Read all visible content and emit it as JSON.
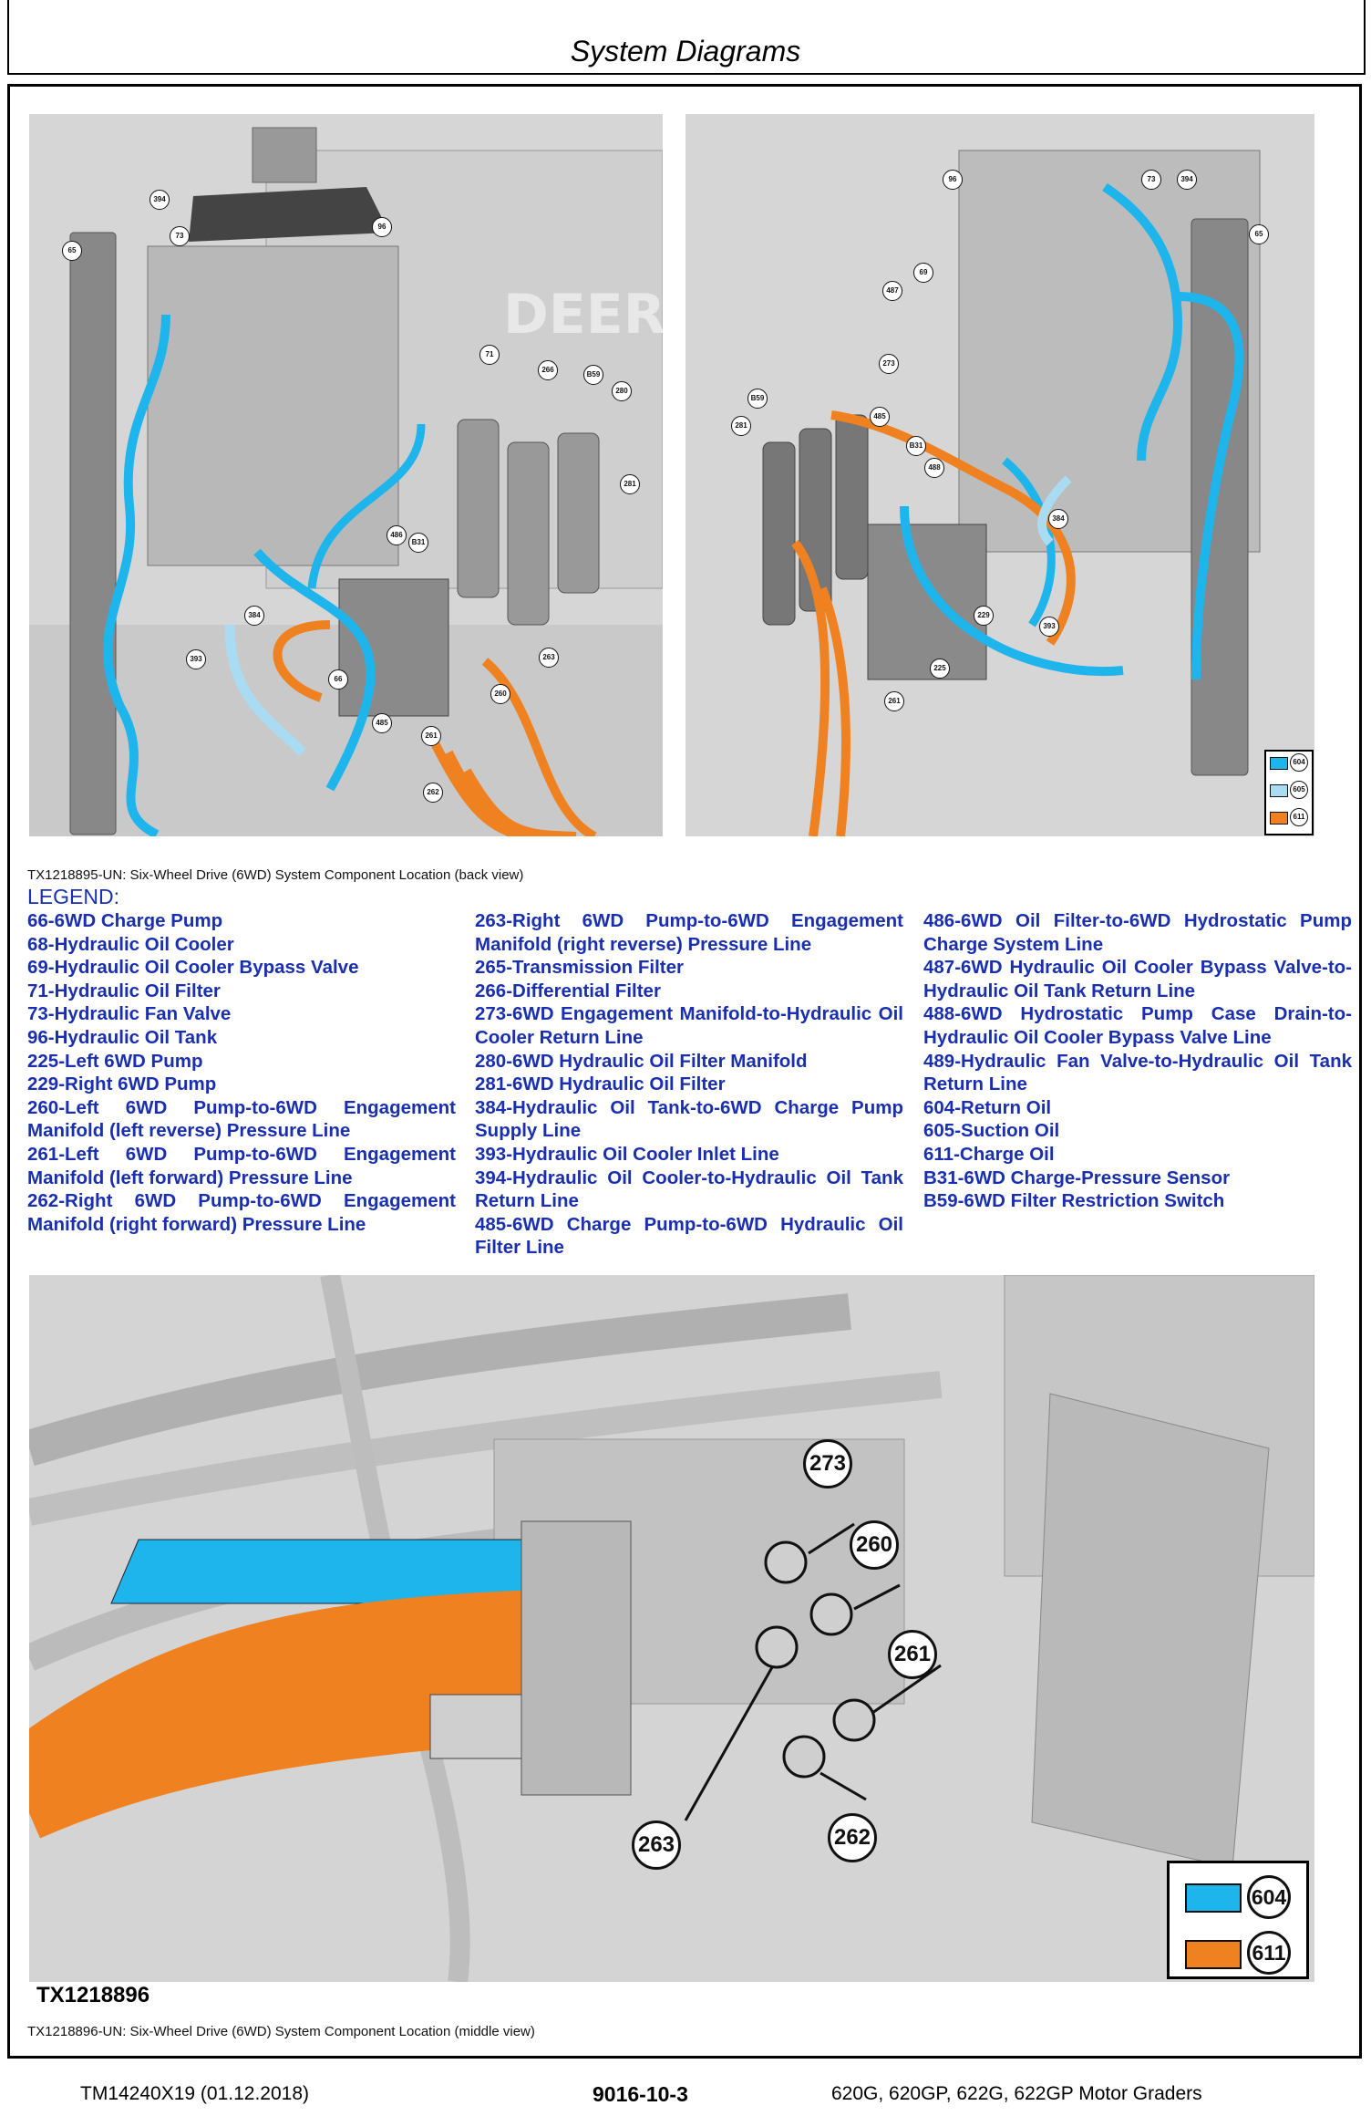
{
  "header": {
    "title": "System Diagrams"
  },
  "figure1": {
    "id": "TX1218895",
    "caption": "TX1218895-UN: Six-Wheel Drive (6WD) System Component Location (back view)",
    "left_callouts": [
      "394",
      "73",
      "65",
      "96",
      "71",
      "266",
      "B59",
      "280",
      "281",
      "486",
      "B31",
      "384",
      "393",
      "66",
      "260",
      "263",
      "485",
      "261",
      "262"
    ],
    "right_callouts": [
      "96",
      "73",
      "394",
      "65",
      "487",
      "69",
      "273",
      "B59",
      "281",
      "485",
      "B31",
      "488",
      "384",
      "229",
      "393",
      "225",
      "261"
    ],
    "key": [
      "604",
      "605",
      "611"
    ],
    "brand_text": "DEERE"
  },
  "legend": {
    "title": "LEGEND:",
    "col1": [
      "66-6WD Charge Pump",
      "68-Hydraulic Oil Cooler",
      "69-Hydraulic Oil Cooler Bypass Valve",
      "71-Hydraulic Oil Filter",
      "73-Hydraulic Fan Valve",
      "96-Hydraulic Oil Tank",
      "225-Left 6WD Pump",
      "229-Right 6WD Pump",
      "260-Left 6WD Pump-to-6WD Engagement Manifold (left reverse) Pressure Line",
      "261-Left 6WD Pump-to-6WD Engagement Manifold (left forward) Pressure Line",
      "262-Right 6WD Pump-to-6WD Engagement Manifold (right forward) Pressure Line"
    ],
    "col2": [
      "263-Right 6WD Pump-to-6WD Engagement Manifold (right reverse) Pressure Line",
      "265-Transmission Filter",
      "266-Differential Filter",
      "273-6WD Engagement Manifold-to-Hydraulic Oil Cooler Return Line",
      "280-6WD Hydraulic Oil Filter Manifold",
      "281-6WD Hydraulic Oil Filter",
      "384-Hydraulic Oil Tank-to-6WD Charge Pump Supply Line",
      "393-Hydraulic Oil Cooler Inlet Line",
      "394-Hydraulic Oil Cooler-to-Hydraulic Oil Tank Return Line",
      "485-6WD Charge Pump-to-6WD Hydraulic Oil Filter Line"
    ],
    "col3": [
      "486-6WD Oil Filter-to-6WD Hydrostatic Pump Charge System Line",
      "487-6WD Hydraulic Oil Cooler Bypass Valve-to-Hydraulic Oil Tank Return Line",
      "488-6WD Hydrostatic Pump Case Drain-to-Hydraulic Oil Cooler Bypass Valve Line",
      "489-Hydraulic Fan Valve-to-Hydraulic Oil Tank Return Line",
      "604-Return Oil",
      "605-Suction Oil",
      "611-Charge Oil",
      "B31-6WD Charge-Pressure Sensor",
      "B59-6WD Filter Restriction Switch"
    ]
  },
  "figure2": {
    "id": "TX1218896",
    "caption": "TX1218896-UN: Six-Wheel Drive (6WD) System Component Location (middle view)",
    "callouts": [
      "273",
      "260",
      "261",
      "263",
      "262"
    ],
    "key": [
      "604",
      "611"
    ]
  },
  "colors": {
    "return_oil": "#1eb4ec",
    "suction_oil": "#a9dcf3",
    "charge_oil": "#f08120",
    "legend_text": "#1a2fb0"
  },
  "footer": {
    "left": "TM14240X19 (01.12.2018)",
    "center": "9016-10-3",
    "right": "620G, 620GP, 622G, 622GP Motor Graders"
  }
}
